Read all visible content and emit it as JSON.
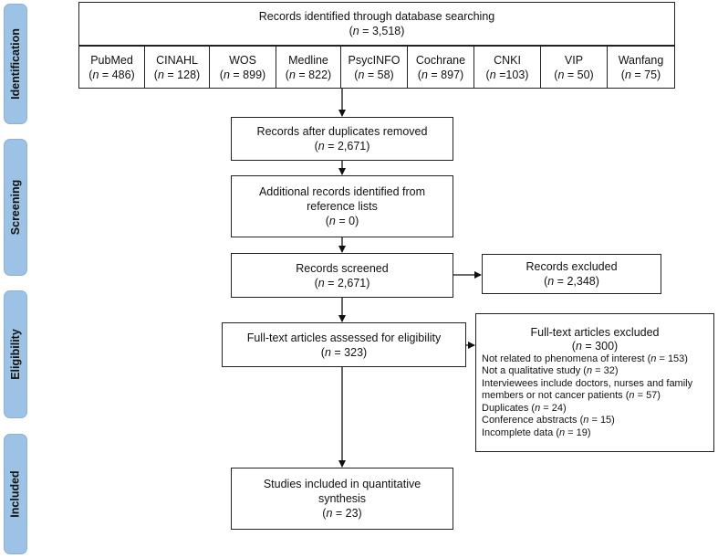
{
  "phases": [
    {
      "label": "Identification"
    },
    {
      "label": "Screening"
    },
    {
      "label": "Eligibility"
    },
    {
      "label": "Included"
    }
  ],
  "identification": {
    "title": "Records identified through database searching",
    "count": "(n = 3,518)",
    "databases": [
      {
        "name": "PubMed",
        "count": "(n = 486)"
      },
      {
        "name": "CINAHL",
        "count": "(n = 128)"
      },
      {
        "name": "WOS",
        "count": "(n = 899)"
      },
      {
        "name": "Medline",
        "count": "(n = 822)"
      },
      {
        "name": "PsycINFO",
        "count": "(n = 58)"
      },
      {
        "name": "Cochrane",
        "count": "(n = 897)"
      },
      {
        "name": "CNKI",
        "count": "(n =103)"
      },
      {
        "name": "VIP",
        "count": "(n = 50)"
      },
      {
        "name": "Wanfang",
        "count": "(n = 75)"
      }
    ]
  },
  "duplicates_removed": {
    "title": "Records after duplicates removed",
    "count": "(n = 2,671)"
  },
  "additional": {
    "title": "Additional records identified from reference lists",
    "count": "(n = 0)"
  },
  "screened": {
    "title": "Records screened",
    "count": "(n = 2,671)"
  },
  "excluded": {
    "title": "Records excluded",
    "count": "(n = 2,348)"
  },
  "fulltext": {
    "title": "Full-text articles assessed for eligibility",
    "count": "(n = 323)"
  },
  "fulltext_excluded": {
    "title": "Full-text articles excluded",
    "count": "(n = 300)",
    "reasons": [
      "Not related to phenomena of interest (n = 153)",
      "Not a qualitative study  (n = 32)",
      "Interviewees include doctors, nurses and family members or not cancer patients (n = 57)",
      "Duplicates (n = 24)",
      "Conference abstracts (n = 15)",
      "Incomplete data (n = 19)"
    ]
  },
  "included": {
    "title": "Studies included in quantitative synthesis",
    "count": "(n = 23)"
  }
}
